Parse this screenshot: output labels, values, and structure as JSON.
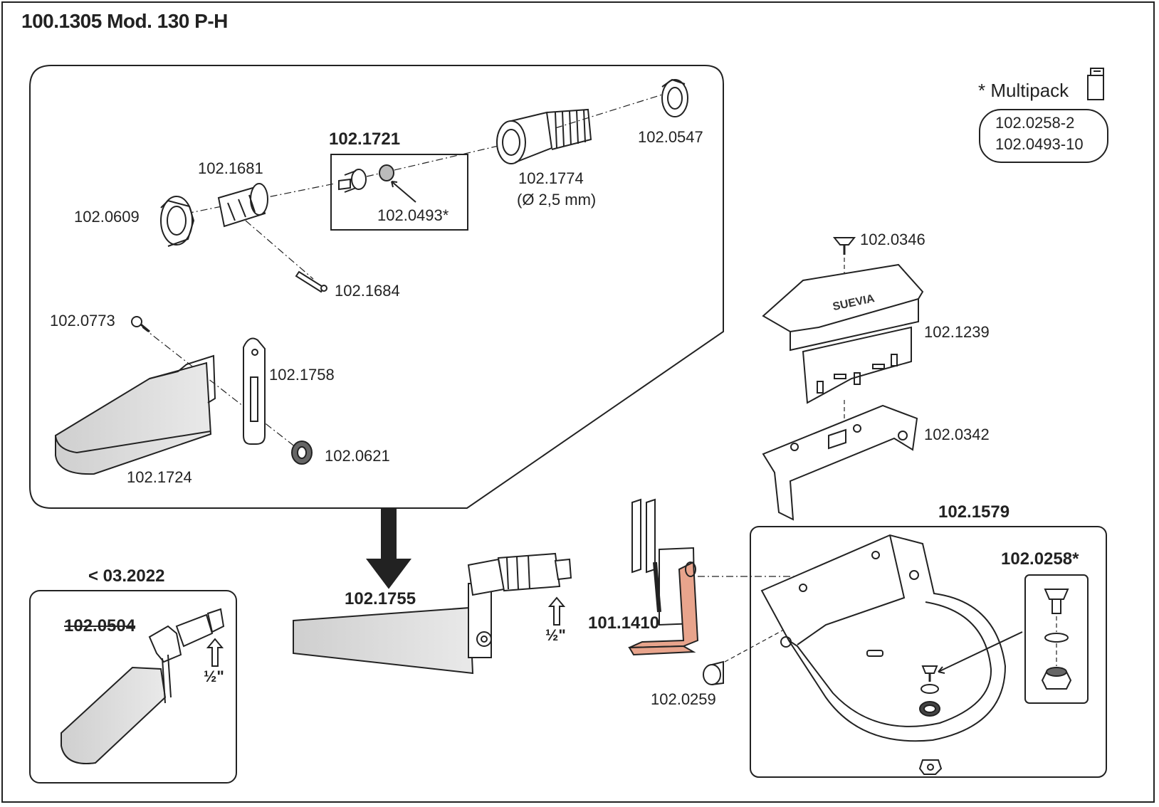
{
  "title": "100.1305 Mod. 130 P-H",
  "multipack": {
    "label": "* Multipack",
    "items": [
      "102.0258-2",
      "102.0493-10"
    ]
  },
  "valve_group": {
    "housing": "102.1721",
    "parts": {
      "nut_small": "102.0547",
      "seat": "102.1774",
      "seat_note": "(Ø 2,5 mm)",
      "cage": "102.1681",
      "nut_large": "102.0609",
      "plug": "102.0493*",
      "pin": "102.1684",
      "screw": "102.0773",
      "lever": "102.1758",
      "grommet": "102.0621",
      "float": "102.1724"
    }
  },
  "legacy": {
    "heading": "< 03.2022",
    "part": "102.0504",
    "thread": "½\""
  },
  "assembly": {
    "part": "102.1755",
    "thread": "½\""
  },
  "bracket": {
    "screw": "102.0346",
    "cover": "102.1239",
    "support": "102.0342",
    "brand_mark": "SUEVIA"
  },
  "pipe_guard": {
    "part": "101.1410"
  },
  "cap": {
    "part": "102.0259"
  },
  "bowl": {
    "part": "102.1579",
    "drain_kit": "102.0258*"
  }
}
